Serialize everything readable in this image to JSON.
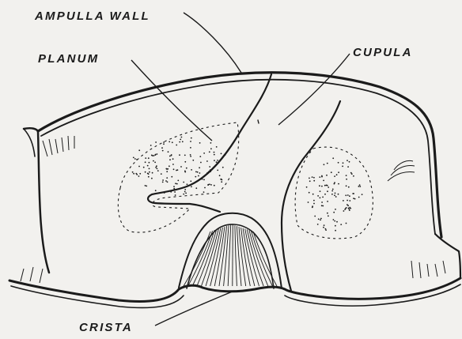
{
  "labels": {
    "ampulla_wall": "AMPULLA WALL",
    "planum": "PLANUM",
    "cupula": "CUPULA",
    "crista": "CRISTA"
  },
  "colors": {
    "paper": "#f2f1ee",
    "ink": "#1b1b1b"
  }
}
